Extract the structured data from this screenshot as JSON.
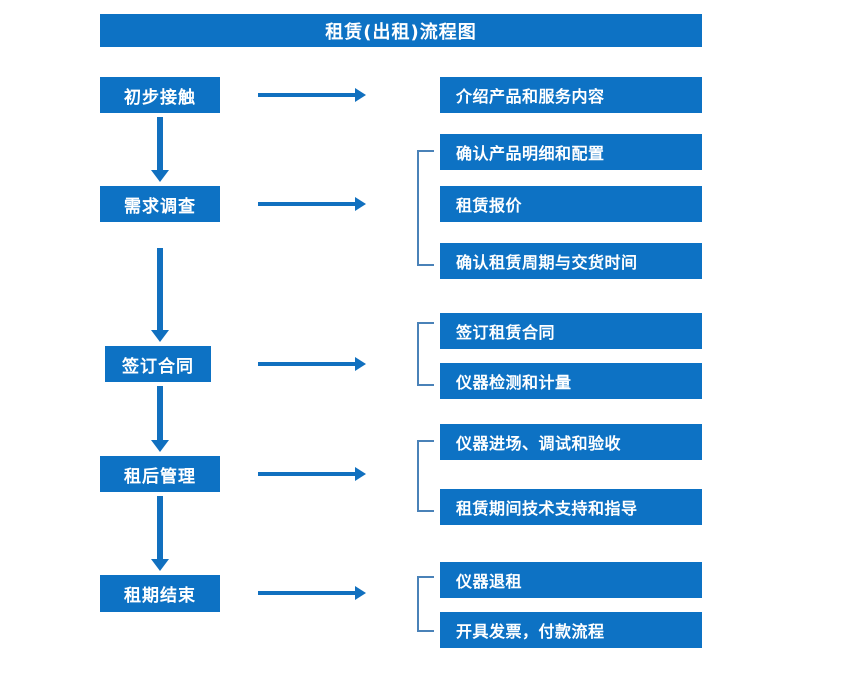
{
  "diagram": {
    "title": "租赁(出租)流程图",
    "accent_color": "#0D72C4",
    "arrow_color": "#1170BF",
    "bracket_color": "#4A82B8",
    "text_color": "#FFFFFF",
    "background_color": "#FFFFFF"
  },
  "stages": [
    {
      "id": "stage-1",
      "label": "初步接触"
    },
    {
      "id": "stage-2",
      "label": "需求调查"
    },
    {
      "id": "stage-3",
      "label": "签订合同"
    },
    {
      "id": "stage-4",
      "label": "租后管理"
    },
    {
      "id": "stage-5",
      "label": "租期结束"
    }
  ],
  "details": [
    {
      "id": "detail-1-1",
      "group": 1,
      "label": "介绍产品和服务内容"
    },
    {
      "id": "detail-2-1",
      "group": 2,
      "label": "确认产品明细和配置"
    },
    {
      "id": "detail-2-2",
      "group": 2,
      "label": "租赁报价"
    },
    {
      "id": "detail-2-3",
      "group": 2,
      "label": "确认租赁周期与交货时间"
    },
    {
      "id": "detail-3-1",
      "group": 3,
      "label": "签订租赁合同"
    },
    {
      "id": "detail-3-2",
      "group": 3,
      "label": "仪器检测和计量"
    },
    {
      "id": "detail-4-1",
      "group": 4,
      "label": "仪器进场、调试和验收"
    },
    {
      "id": "detail-4-2",
      "group": 4,
      "label": "租赁期间技术支持和指导"
    },
    {
      "id": "detail-5-1",
      "group": 5,
      "label": "仪器退租"
    },
    {
      "id": "detail-5-2",
      "group": 5,
      "label": "开具发票，付款流程"
    }
  ],
  "connectors": {
    "horizontal_arrows": [
      {
        "id": "arrow-stage-1",
        "from": "stage-1",
        "to": "detail-1-1"
      },
      {
        "id": "arrow-stage-2",
        "from": "stage-2",
        "to": "detail-2-2"
      },
      {
        "id": "arrow-stage-3",
        "from": "stage-3",
        "to": "detail-3-1"
      },
      {
        "id": "arrow-stage-4",
        "from": "stage-4",
        "to": "detail-4-1"
      },
      {
        "id": "arrow-stage-5",
        "from": "stage-5",
        "to": "detail-5-1"
      }
    ],
    "vertical_arrows": [
      {
        "id": "flow-1-2",
        "from": "stage-1",
        "to": "stage-2"
      },
      {
        "id": "flow-2-3",
        "from": "stage-2",
        "to": "stage-3"
      },
      {
        "id": "flow-3-4",
        "from": "stage-3",
        "to": "stage-4"
      },
      {
        "id": "flow-4-5",
        "from": "stage-4",
        "to": "stage-5"
      }
    ],
    "brackets": [
      {
        "id": "bracket-group-2",
        "group": 2
      },
      {
        "id": "bracket-group-3",
        "group": 3
      },
      {
        "id": "bracket-group-4",
        "group": 4
      },
      {
        "id": "bracket-group-5",
        "group": 5
      }
    ]
  }
}
